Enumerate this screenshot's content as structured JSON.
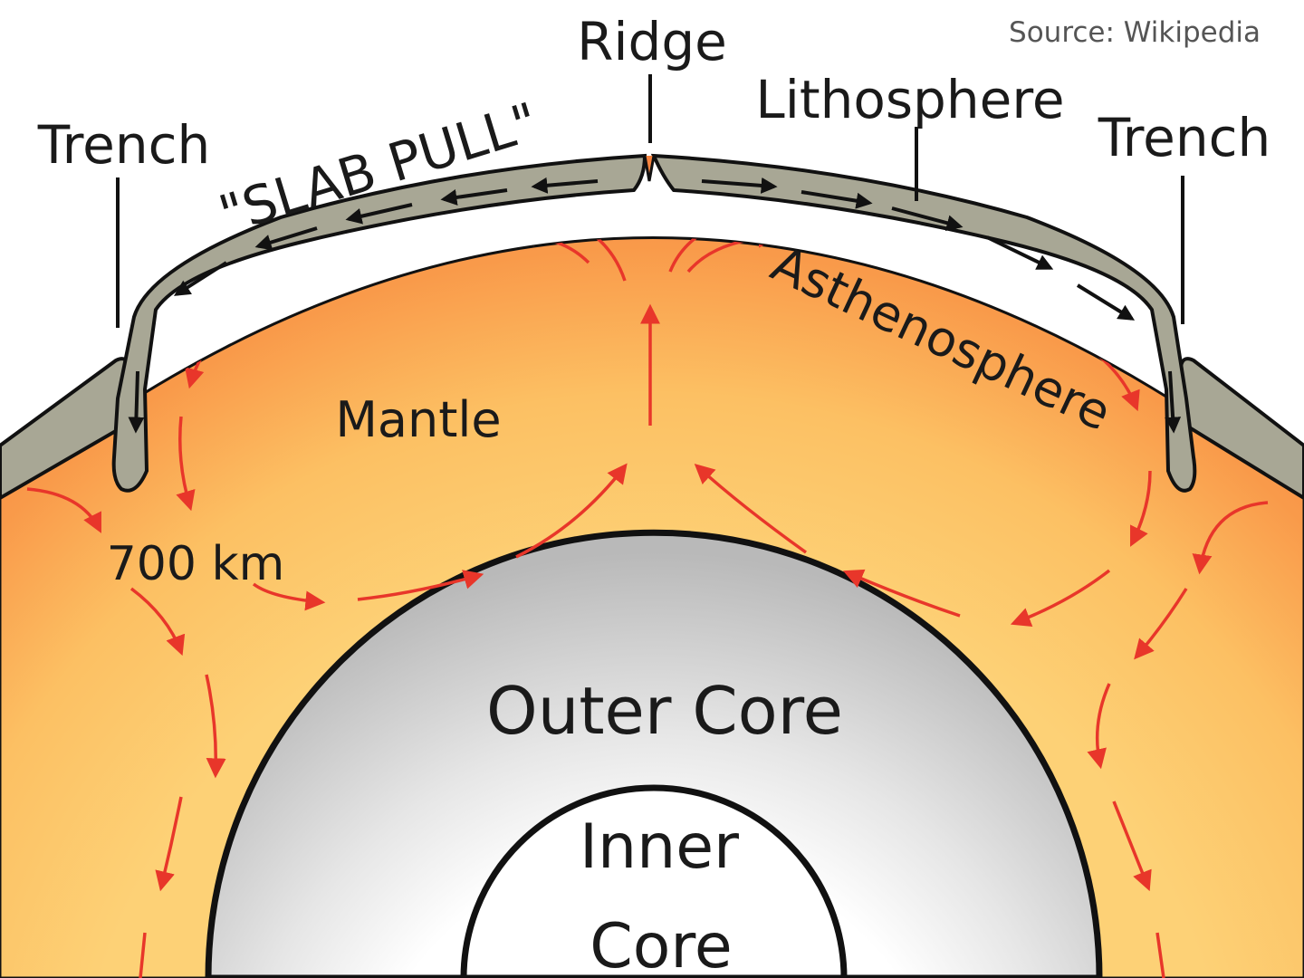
{
  "source": "Source: Wikipedia",
  "labels": {
    "ridge": "Ridge",
    "lithosphere": "Lithosphere",
    "trench_left": "Trench",
    "trench_right": "Trench",
    "slab_pull": "\"SLAB PULL\"",
    "asthenosphere": "Asthenosphere",
    "mantle": "Mantle",
    "depth": "700 km",
    "outer_core": "Outer Core",
    "inner_core_line1": "Inner",
    "inner_core_line2": "Core"
  },
  "colors": {
    "mantle_outer": "#f7843f",
    "mantle_inner": "#fdd176",
    "plate": "#a8a795",
    "outer_core": "#c8c8c8",
    "inner_core": "#ffffff",
    "convection_arrow": "#e8362a",
    "plate_arrow": "#111111",
    "outline": "#111111"
  },
  "icons": {
    "convection": "red-dashed-arrow",
    "plate_motion": "black-arrow"
  }
}
